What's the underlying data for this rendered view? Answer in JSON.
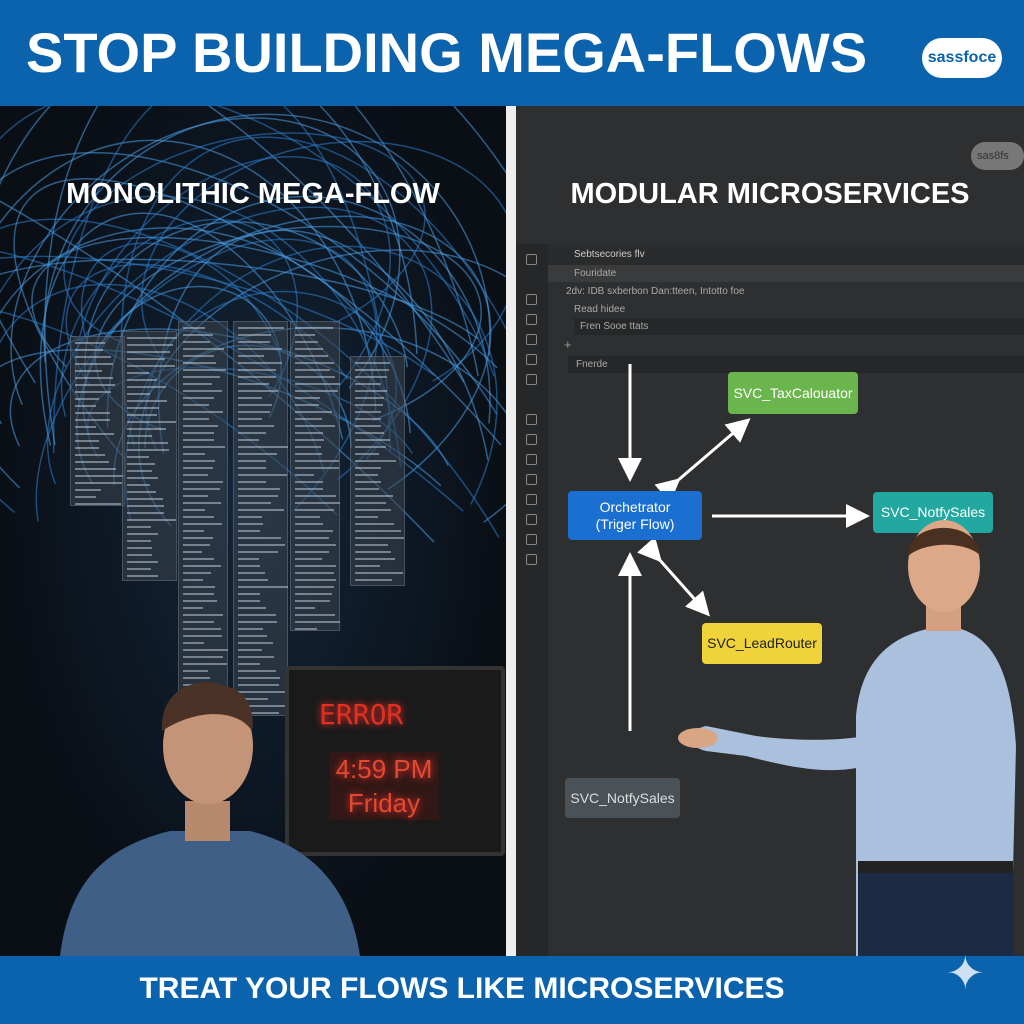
{
  "header": {
    "title": "STOP BUILDING MEGA-FLOWS",
    "logo_text": "sassfoce"
  },
  "left": {
    "title": "MONOLITHIC MEGA-FLOW",
    "monitor": {
      "error": "ERROR",
      "time": "4:59 PM",
      "day": "Friday"
    }
  },
  "right": {
    "title": "MODULAR MICROSERVICES",
    "watermark_logo": "sas8fs",
    "ui": {
      "tab": "Sebtsecories flv",
      "rows": [
        "Fouridate",
        "2dv: IDB  sxberbon  Dan:tteen,  Intotto foe",
        "Read hidee",
        "Fren Sooe ttats",
        "Fnerde"
      ]
    },
    "nodes": {
      "orchestrator": "Orchetrator\n(Triger Flow)",
      "tax": "SVC_TaxCalouator",
      "notify_right": "SVC_NotfySales",
      "lead": "SVC_LeadRouter",
      "notify_bottom": "SVC_NotfySales"
    },
    "colors": {
      "orchestrator": "#1a6fd0",
      "tax": "#6ab64c",
      "notify_right": "#22a8a0",
      "lead": "#f0d23a",
      "notify_bottom": "#4a5258"
    }
  },
  "footer": {
    "text": "TREAT YOUR FLOWS LIKE MICROSERVICES"
  }
}
